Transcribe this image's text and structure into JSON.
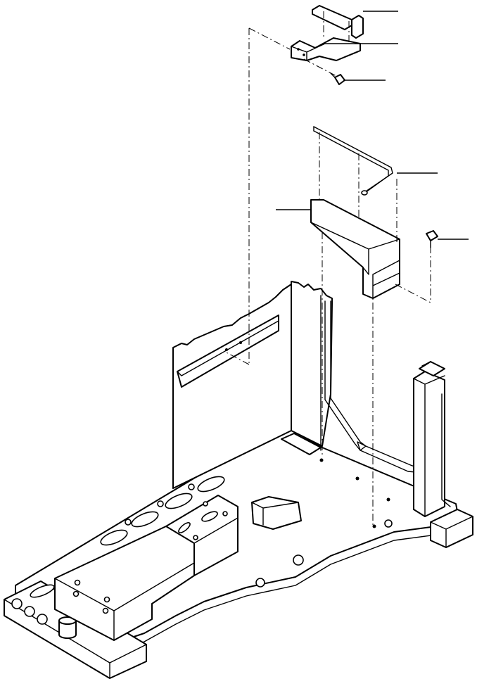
{
  "diagram": {
    "type": "exploded-parts-illustration",
    "colors": {
      "line": "#000000",
      "background": "#ffffff"
    },
    "parts": [
      {
        "name": "small-bracket-top"
      },
      {
        "name": "bracket-plate"
      },
      {
        "name": "bolt-upper"
      },
      {
        "name": "rod-bracket"
      },
      {
        "name": "guide-plate"
      },
      {
        "name": "bolt-right"
      }
    ]
  }
}
